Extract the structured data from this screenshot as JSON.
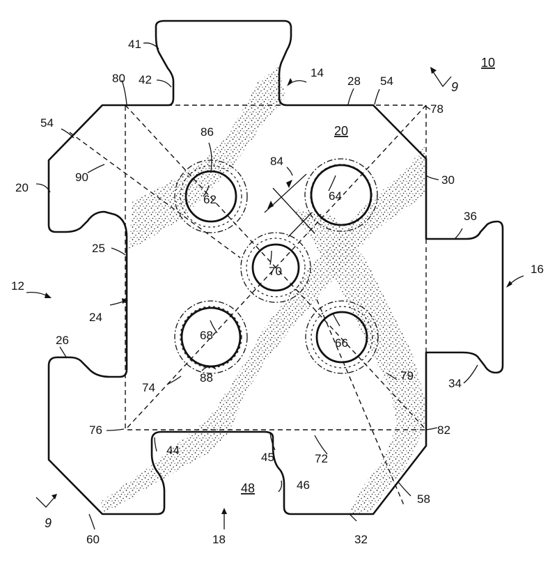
{
  "labels": {
    "l10": "10",
    "l12": "12",
    "l14": "14",
    "l16": "16",
    "l18": "18",
    "l20a": "20",
    "l20b": "20",
    "l24": "24",
    "l25": "25",
    "l26": "26",
    "l28": "28",
    "l30": "30",
    "l32": "32",
    "l34": "34",
    "l36": "36",
    "l41": "41",
    "l42": "42",
    "l44": "44",
    "l45": "45",
    "l46": "46",
    "l48": "48",
    "l54a": "54",
    "l54b": "54",
    "l58": "58",
    "l60": "60",
    "l62": "62",
    "l64": "64",
    "l66": "66",
    "l68": "68",
    "l70": "70",
    "l72": "72",
    "l74": "74",
    "l76": "76",
    "l78": "78",
    "l79": "79",
    "l80": "80",
    "l82": "82",
    "l84": "84",
    "l86": "86",
    "l88": "88",
    "l90": "90",
    "sec9a": "9",
    "sec9b": "9"
  }
}
